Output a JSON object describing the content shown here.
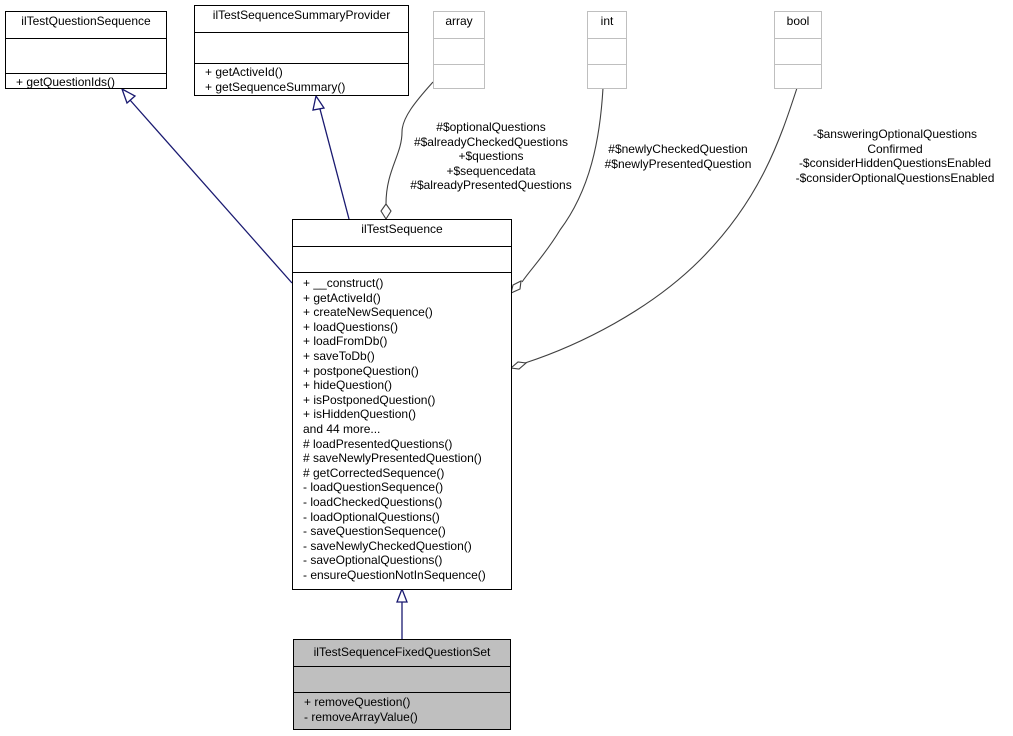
{
  "classes": {
    "il_test_question_sequence": {
      "name": "ilTestQuestionSequence",
      "methods": [
        "+ getQuestionIds()"
      ]
    },
    "il_test_sequence_summary_provider": {
      "name": "ilTestSequenceSummaryProvider",
      "methods": [
        "+ getActiveId()",
        "+ getSequenceSummary()"
      ]
    },
    "array": {
      "name": "array"
    },
    "int": {
      "name": "int"
    },
    "bool": {
      "name": "bool"
    },
    "il_test_sequence": {
      "name": "ilTestSequence",
      "methods": [
        "+ __construct()",
        "+ getActiveId()",
        "+ createNewSequence()",
        "+ loadQuestions()",
        "+ loadFromDb()",
        "+ saveToDb()",
        "+ postponeQuestion()",
        "+ hideQuestion()",
        "+ isPostponedQuestion()",
        "+ isHiddenQuestion()",
        "and 44 more...",
        "# loadPresentedQuestions()",
        "# saveNewlyPresentedQuestion()",
        "# getCorrectedSequence()",
        "- loadQuestionSequence()",
        "- loadCheckedQuestions()",
        "- loadOptionalQuestions()",
        "- saveQuestionSequence()",
        "- saveNewlyCheckedQuestion()",
        "- saveOptionalQuestions()",
        "- ensureQuestionNotInSequence()"
      ]
    },
    "il_test_sequence_fixed_question_set": {
      "name": "ilTestSequenceFixedQuestionSet",
      "methods": [
        "+ removeQuestion()",
        "- removeArrayValue()"
      ]
    }
  },
  "edge_labels": {
    "array_members": [
      "#$optionalQuestions",
      "#$alreadyCheckedQuestions",
      "+$questions",
      "+$sequencedata",
      "#$alreadyPresentedQuestions"
    ],
    "int_members": [
      "#$newlyCheckedQuestion",
      "#$newlyPresentedQuestion"
    ],
    "bool_members": [
      "-$answeringOptionalQuestions",
      "Confirmed",
      "-$considerHiddenQuestionsEnabled",
      "-$considerOptionalQuestionsEnabled"
    ]
  },
  "colors": {
    "inheritance_edge": "#191970",
    "composition_edge": "#404040",
    "highlight_fill": "#bfbfbf",
    "external_border": "#bfbfbf"
  }
}
